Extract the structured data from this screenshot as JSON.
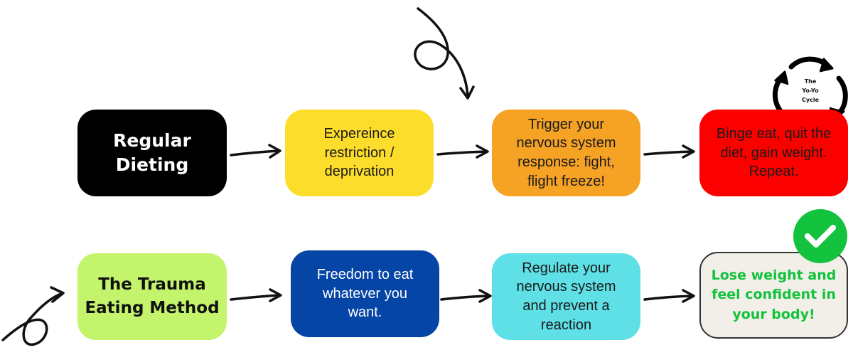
{
  "colors": {
    "black_box": "#000000",
    "yellow_box": "#fddd2c",
    "orange_box": "#f5a225",
    "red_box": "#fc0000",
    "green_box": "#c4f36c",
    "blue_box": "#0545a6",
    "cyan_box": "#5ee0e6",
    "cream_box": "#f2efe9",
    "success_green": "#13c23d",
    "arrow": "#111111"
  },
  "top_row": {
    "start": "Regular\nDieting",
    "step1": "Expereince\nrestriction /\ndeprivation",
    "step2": "Trigger your\nnervous system\nresponse: fight,\nflight freeze!",
    "result": "Binge eat, quit the\ndiet, gain weight.\nRepeat.",
    "cycle_label": "The\nYo-Yo\nCycle"
  },
  "bottom_row": {
    "start": "The Trauma\nEating Method",
    "step1": "Freedom to eat\nwhatever you\nwant.",
    "step2": "Regulate your\nnervous system\nand prevent a\nreaction",
    "result": "Lose weight and\nfeel confident in\nyour body!"
  },
  "icons": [
    "loop-arrow-icon",
    "cycle-arrows-icon",
    "checkmark-icon",
    "curly-arrow-icon",
    "right-arrow-icon"
  ]
}
